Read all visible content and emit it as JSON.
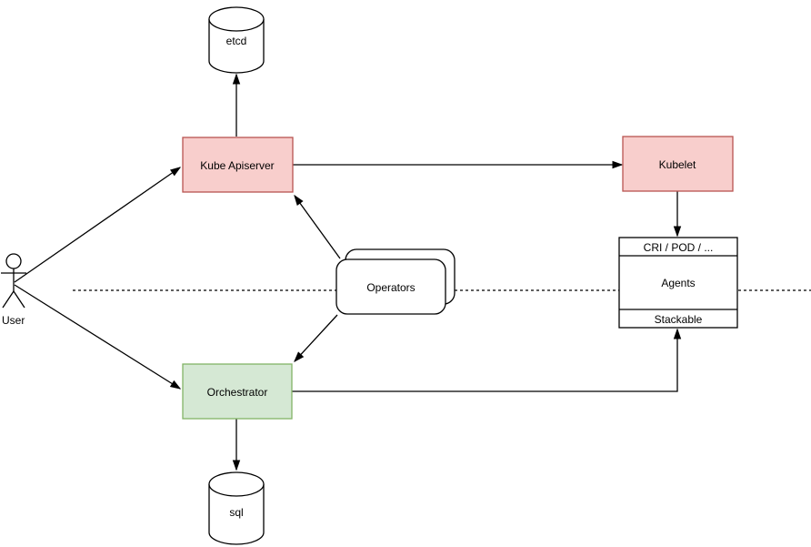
{
  "diagram": {
    "background_color": "#ffffff",
    "line_color": "#000000",
    "text_color": "#000000",
    "nodes": {
      "etcd": {
        "label": "etcd",
        "shape": "database-cylinder",
        "fill": "#ffffff",
        "stroke": "#000000"
      },
      "kube_apiserver": {
        "label": "Kube Apiserver",
        "shape": "rectangle",
        "fill": "#f8cecc",
        "stroke": "#b85450"
      },
      "kubelet": {
        "label": "Kubelet",
        "shape": "rectangle",
        "fill": "#f8cecc",
        "stroke": "#b85450"
      },
      "operators": {
        "label": "Operators",
        "shape": "stacked-rounded-rectangle",
        "fill": "#ffffff",
        "stroke": "#000000"
      },
      "agents": {
        "header": "CRI / POD / ...",
        "label": "Agents",
        "footer": "Stackable",
        "shape": "list-box",
        "fill": "#ffffff",
        "stroke": "#000000"
      },
      "orchestrator": {
        "label": "Orchestrator",
        "shape": "rectangle",
        "fill": "#d5e8d4",
        "stroke": "#82b366"
      },
      "sql": {
        "label": "sql",
        "shape": "database-cylinder",
        "fill": "#ffffff",
        "stroke": "#000000"
      },
      "user": {
        "label": "User",
        "shape": "actor",
        "stroke": "#000000"
      }
    },
    "edges": [
      {
        "from": "user",
        "to": "kube_apiserver",
        "arrow": "end"
      },
      {
        "from": "user",
        "to": "orchestrator",
        "arrow": "end"
      },
      {
        "from": "kube_apiserver",
        "to": "etcd",
        "arrow": "end"
      },
      {
        "from": "kube_apiserver",
        "to": "kubelet",
        "arrow": "end"
      },
      {
        "from": "kubelet",
        "to": "agents",
        "arrow": "end"
      },
      {
        "from": "operators",
        "to": "kube_apiserver",
        "arrow": "end"
      },
      {
        "from": "operators",
        "to": "orchestrator",
        "arrow": "end"
      },
      {
        "from": "orchestrator",
        "to": "agents_stackable",
        "arrow": "end"
      },
      {
        "from": "orchestrator",
        "to": "sql",
        "arrow": "end"
      }
    ],
    "separator": {
      "style": "dashed",
      "orientation": "horizontal"
    }
  }
}
